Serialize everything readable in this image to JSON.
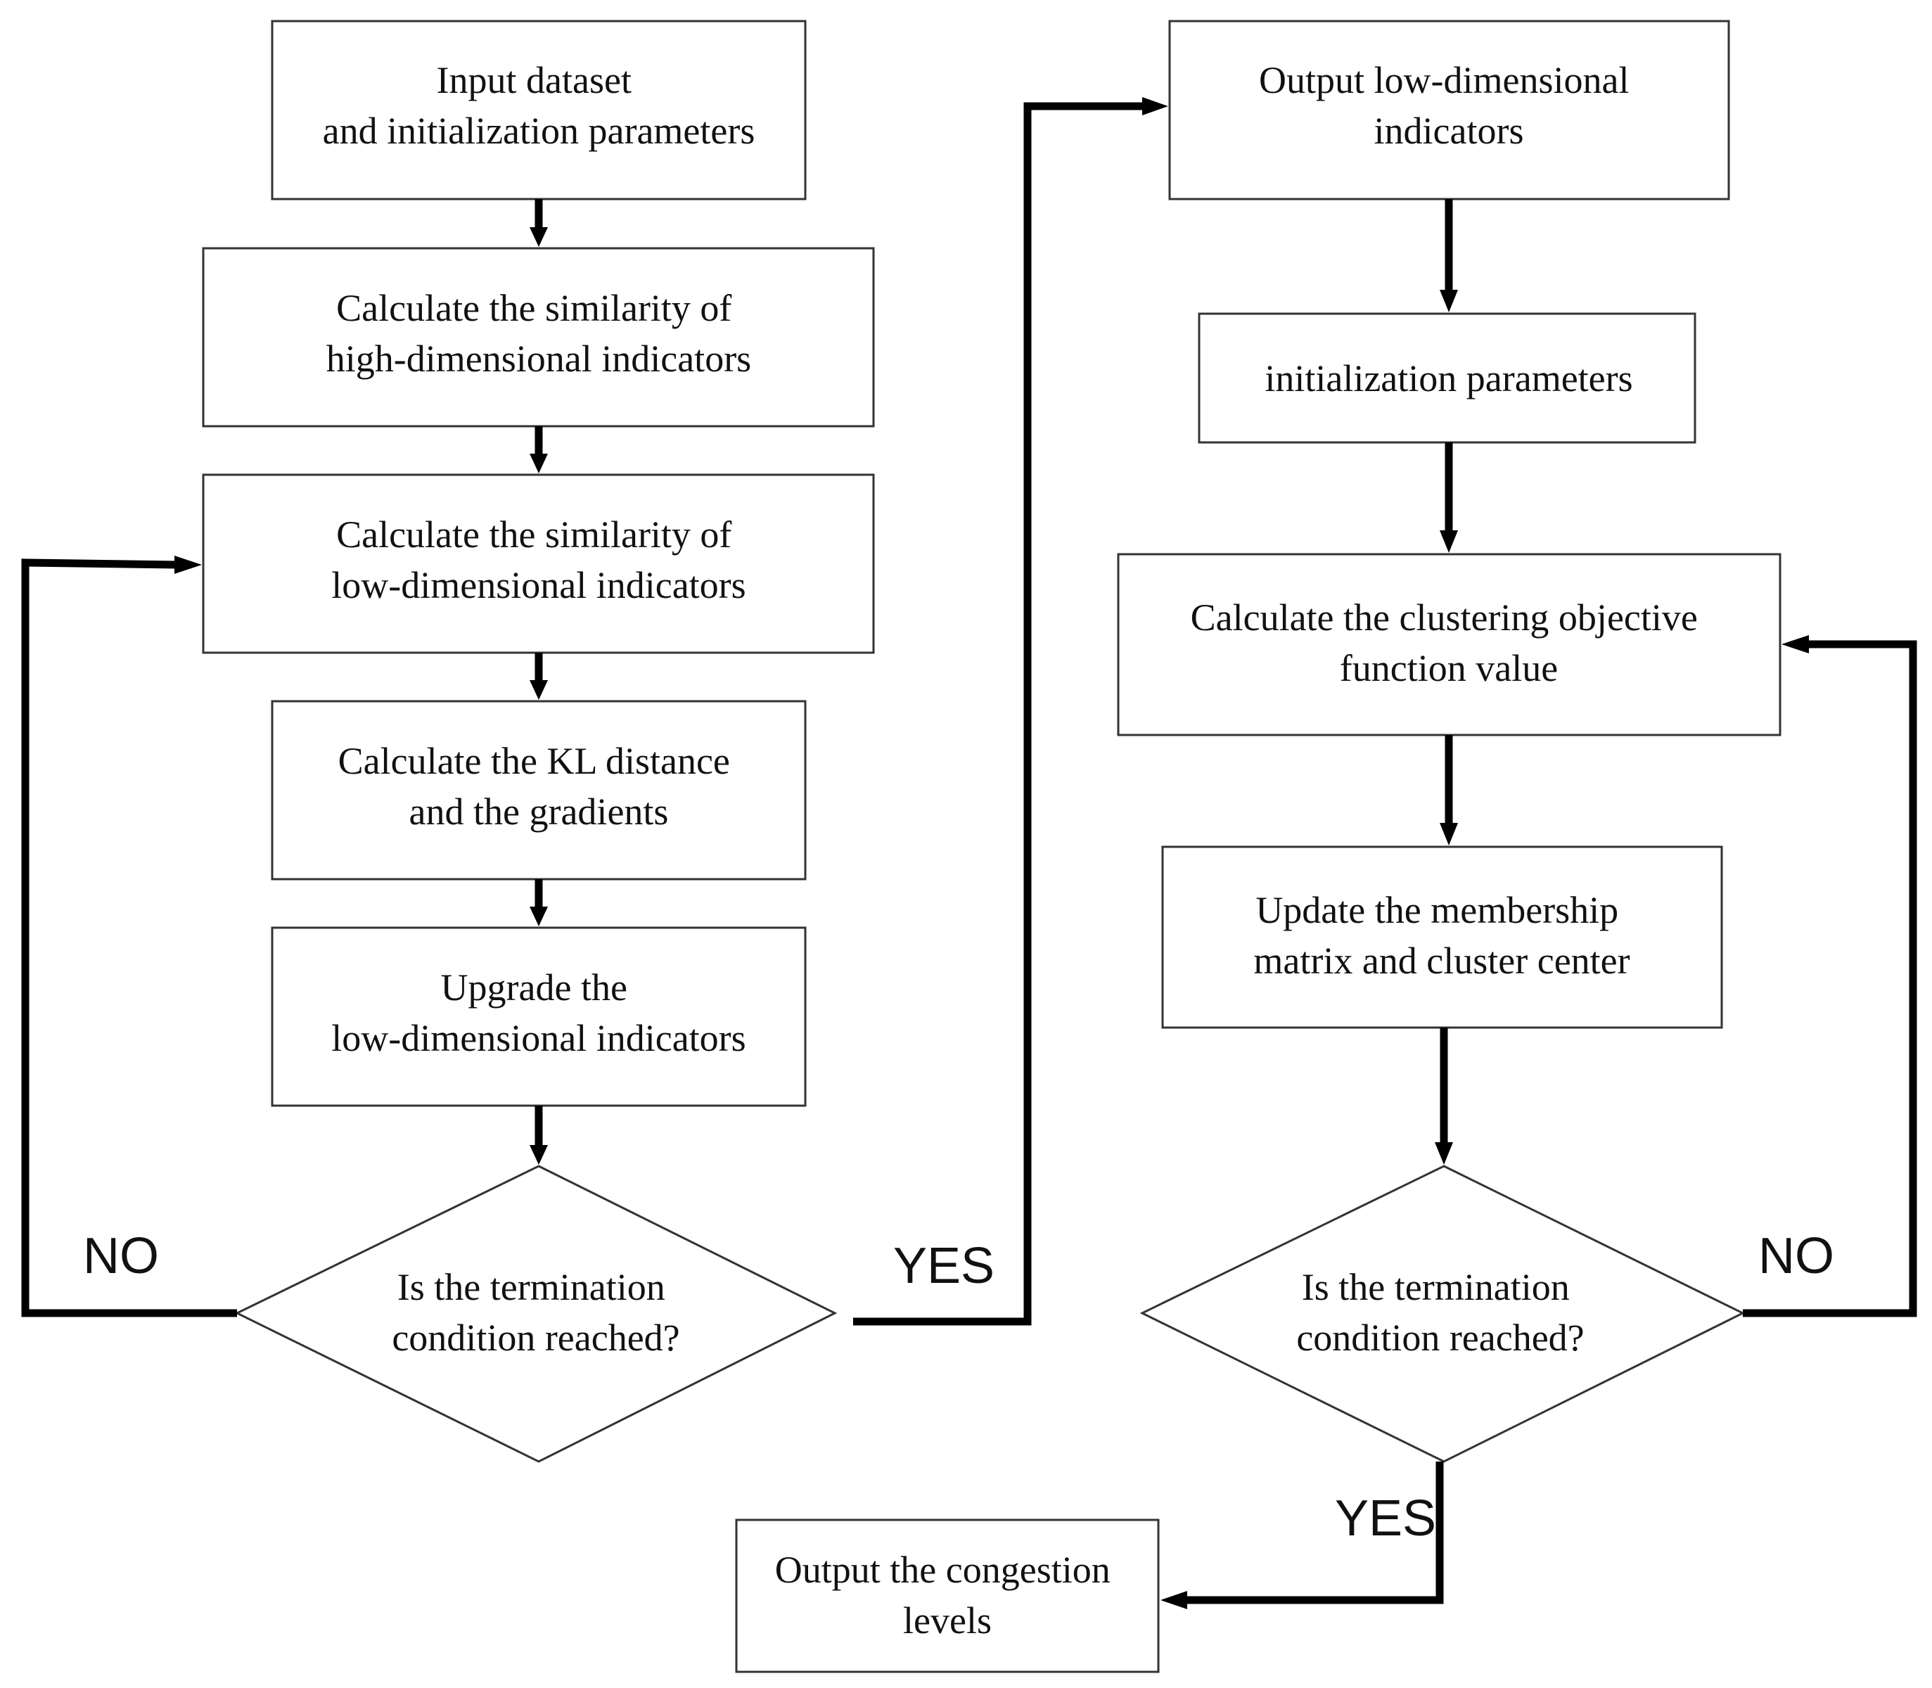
{
  "flowchart": {
    "left": {
      "input_box": [
        "Input dataset",
        "and initialization parameters"
      ],
      "high_similarity_box": [
        "Calculate the similarity of",
        "high-dimensional indicators"
      ],
      "low_similarity_box": [
        "Calculate the similarity of",
        "low-dimensional indicators"
      ],
      "kl_box": [
        "Calculate the KL distance",
        "and the gradients"
      ],
      "upgrade_box": [
        "Upgrade the",
        "low-dimensional indicators"
      ],
      "decision": [
        "Is the termination",
        "condition reached?"
      ],
      "no_label": "NO",
      "yes_label": "YES"
    },
    "right": {
      "output_low_box": [
        "Output low-dimensional",
        "indicators"
      ],
      "init_box": [
        "initialization parameters"
      ],
      "objective_box": [
        "Calculate the clustering objective",
        "function value"
      ],
      "update_box": [
        "Update the membership",
        "matrix and cluster center"
      ],
      "decision": [
        "Is the termination",
        "condition reached?"
      ],
      "no_label": "NO",
      "yes_label": "YES"
    },
    "final_box": [
      "Output the congestion",
      "levels"
    ]
  }
}
